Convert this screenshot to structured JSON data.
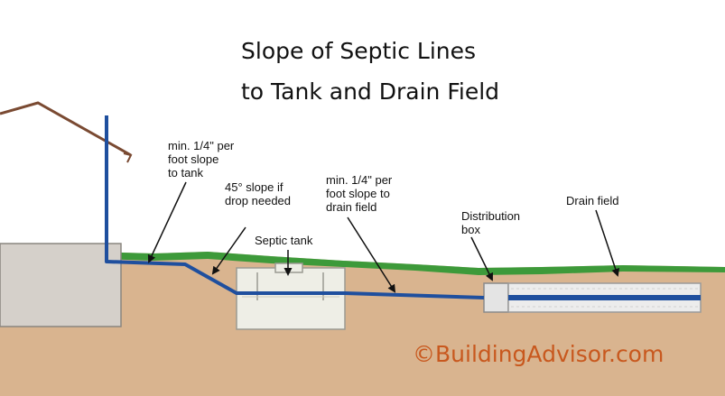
{
  "title": {
    "line1": "Slope of Septic Lines",
    "line2": "to Tank and Drain Field"
  },
  "labels": {
    "slope_to_tank": [
      "min. 1/4\" per",
      "foot slope",
      "to tank"
    ],
    "drop_slope": [
      "45° slope if",
      "drop needed"
    ],
    "septic_tank": "Septic tank",
    "slope_to_field": [
      "min. 1/4\" per",
      "foot slope to",
      "drain field"
    ],
    "distribution_box": [
      "Distribution",
      "box"
    ],
    "drain_field": "Drain field"
  },
  "copyright": "©BuildingAdvisor.com",
  "colors": {
    "sky": "#ffffff",
    "soil": "#d9b48f",
    "grass": "#3d9a3a",
    "house_wall": "#d5d0ca",
    "pipe": "#1f4f9e",
    "tank": "#eeeee6",
    "copyright": "#c8581e"
  }
}
